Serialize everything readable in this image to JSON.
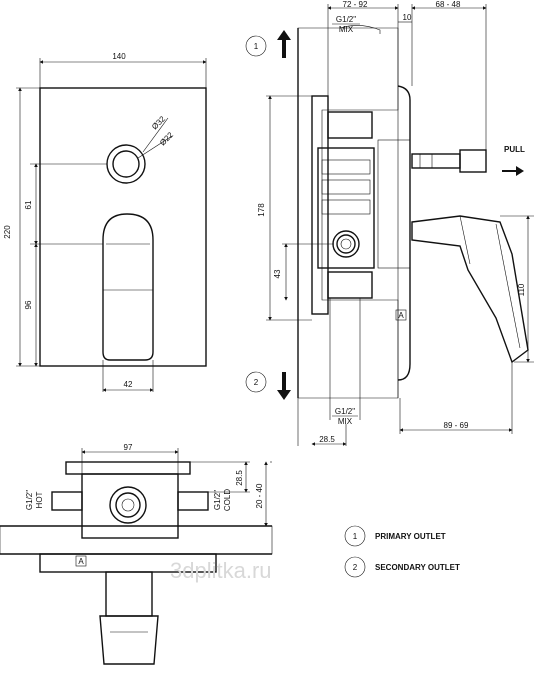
{
  "front_view": {
    "width": "140",
    "height": "220",
    "upper_offset": "61",
    "lower_offset": "96",
    "handle_width": "42",
    "outer_diameter": "Ø32",
    "inner_diameter": "Ø22"
  },
  "side_view": {
    "top_mix_range": "72 - 92",
    "top_mix_thread": "G1/2\"",
    "top_mix_label": "MIX",
    "top_gap": "10",
    "top_projection": "68 - 48",
    "height_total": "178",
    "height_lower": "43",
    "handle_height": "110",
    "bottom_mix_thread": "G1/2\"",
    "bottom_mix_label": "MIX",
    "bottom_offset": "28.5",
    "handle_depth": "89 - 69",
    "pull_label": "PULL",
    "arrow_1": "1",
    "arrow_2": "2",
    "marker": "A"
  },
  "bottom_view": {
    "width": "97",
    "hot_thread": "G1/2\"",
    "hot_label": "HOT",
    "cold_thread": "G1/2\"",
    "cold_label": "COLD",
    "depth": "28.5",
    "wall_range": "20 - 40",
    "marker": "A"
  },
  "legend": {
    "items": [
      {
        "number": "1",
        "label": "PRIMARY OUTLET"
      },
      {
        "number": "2",
        "label": "SECONDARY OUTLET"
      }
    ]
  },
  "watermark": "3dplitka.ru"
}
